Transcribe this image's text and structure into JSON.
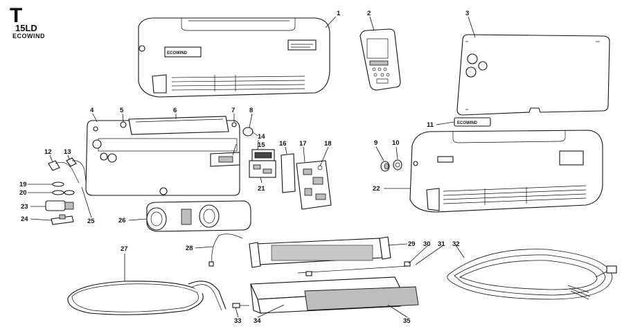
{
  "header": {
    "letter": "T",
    "model": "15LD",
    "brand": "ECOWIND"
  },
  "logo_text": "ECOWIND",
  "callouts": [
    "1",
    "2",
    "3",
    "4",
    "5",
    "6",
    "7",
    "8",
    "9",
    "10",
    "11",
    "12",
    "13",
    "14",
    "15",
    "16",
    "17",
    "18",
    "19",
    "20",
    "21",
    "22",
    "23",
    "24",
    "25",
    "26",
    "27",
    "28",
    "29",
    "30",
    "31",
    "32",
    "33",
    "34",
    "35"
  ]
}
